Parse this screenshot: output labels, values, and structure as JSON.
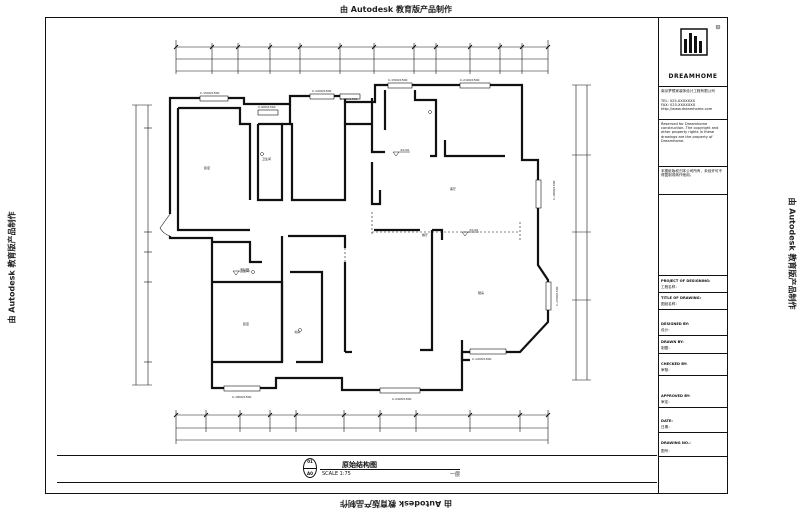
{
  "watermark": "由 Autodesk 教育版产品制作",
  "drawing": {
    "number": "01",
    "sheet": "A0",
    "title": "原始结构图",
    "scale": "SCALE 1:75",
    "floor": "一层"
  },
  "logo": {
    "brand": "DREAMHOME",
    "mark": "R"
  },
  "titleblock": {
    "intro": "南京梦想家装饰设计工程有限公司",
    "contact": "TEL: 025-XXXXXXX\nFAX: 025-XXXXXXX\nhttp://www.dreamhome.com",
    "notice": "Reserved for Dreamhome construction. The copyright and other property rights in these drawings are the property of Dreamhome.",
    "note_cn": "本图纸版权归本公司所有，未经许可不得复制或转作他用。",
    "fields": [
      {
        "label": "PROJECT OF DESIGNING:",
        "value": "工程名称："
      },
      {
        "label": "TITLE OF DRAWING:",
        "value": "图纸名称："
      },
      {
        "label": "DESIGNED BY:",
        "value": "设计："
      },
      {
        "label": "DRAWN BY:",
        "value": "制图："
      },
      {
        "label": "CHECKED BY:",
        "value": "审核："
      },
      {
        "label": "APPROVED BY:",
        "value": "审定："
      },
      {
        "label": "DATE:",
        "value": "日期："
      },
      {
        "label": "DRAWING NO.:",
        "value": "图号："
      }
    ]
  },
  "rooms": [
    {
      "name": "卧室"
    },
    {
      "name": "卫生间"
    },
    {
      "name": "客厅"
    },
    {
      "name": "餐厅"
    },
    {
      "name": "厨房"
    },
    {
      "name": "卧室"
    },
    {
      "name": "卫生间"
    },
    {
      "name": "书房"
    }
  ],
  "windows": [
    {
      "label": "C-1500/1500"
    },
    {
      "label": "C-900/1500"
    },
    {
      "label": "C-1200/1500"
    },
    {
      "label": "C-900/1500"
    },
    {
      "label": "C-1500/1500"
    },
    {
      "label": "C-2100/1500"
    },
    {
      "label": "C-1800/1500"
    },
    {
      "label": "C-1500/1500"
    },
    {
      "label": "C-1200/1500"
    },
    {
      "label": "C-2400/1500"
    },
    {
      "label": "C-1800/1500"
    }
  ],
  "levels": [
    {
      "label": "±0.00"
    },
    {
      "label": "±0.00"
    },
    {
      "label": "±0.00"
    }
  ]
}
